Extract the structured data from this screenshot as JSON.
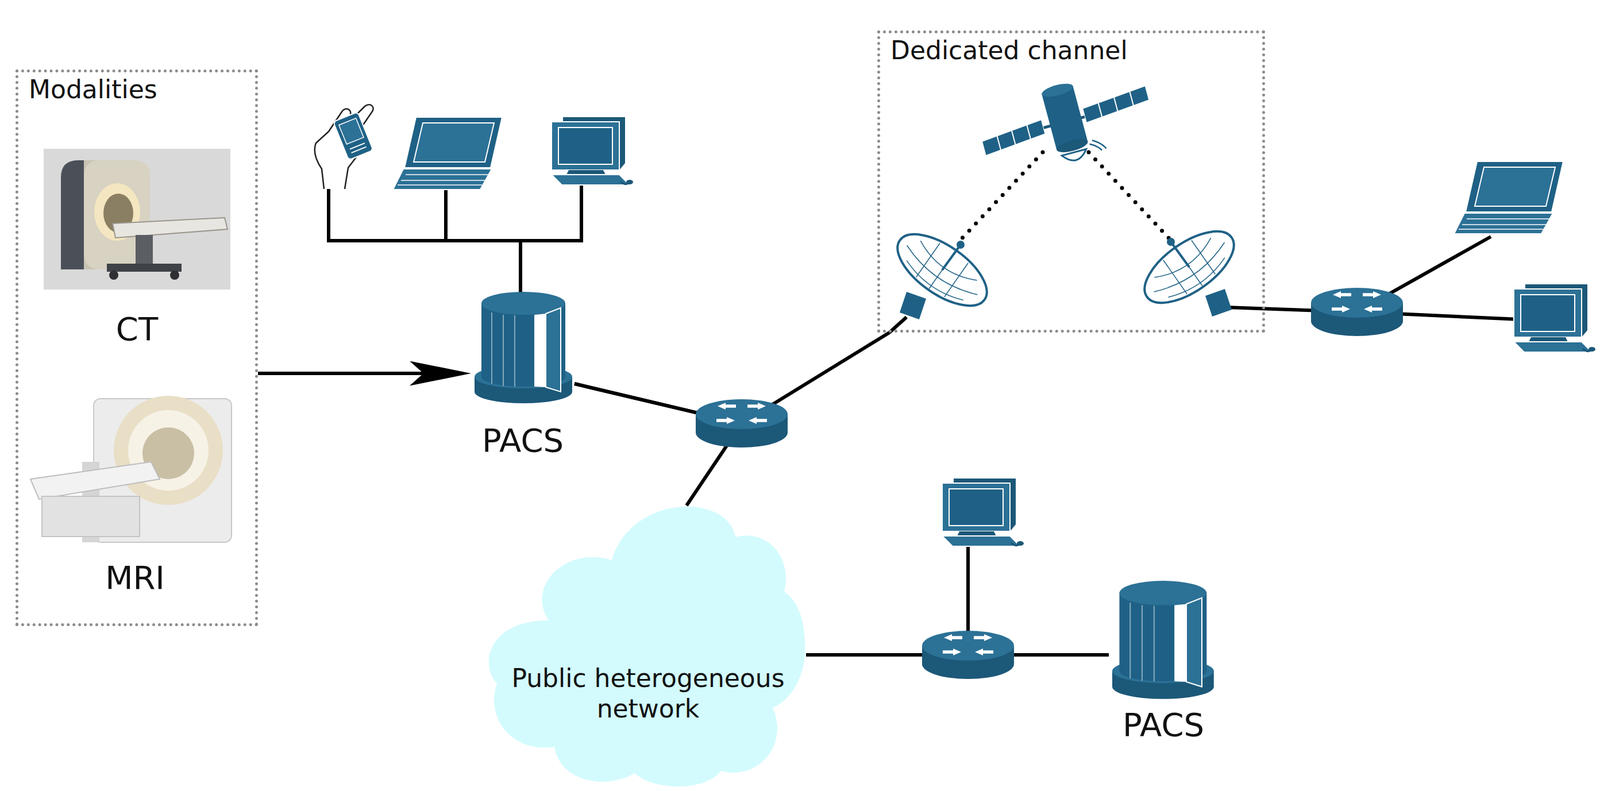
{
  "diagram": {
    "nodes": [
      {
        "text": [
          "Modalities"
        ]
      },
      {
        "text": [
          "CT"
        ],
        "in": 0
      },
      {
        "text": [
          "MRI"
        ],
        "in": 0
      },
      {
        "text": [
          "PACS"
        ]
      },
      {
        "text": [
          "Dedicated channel"
        ]
      },
      {
        "text": [
          "Public heterogeneous network"
        ]
      },
      {
        "text": [
          "PACS"
        ]
      }
    ],
    "edges": [
      {
        "from": 0,
        "to": 3,
        "arrow": "to"
      },
      {
        "from": 3,
        "to": 4,
        "arrow": "none"
      },
      {
        "from": 3,
        "to": 5,
        "arrow": "none"
      },
      {
        "from": 5,
        "to": 6,
        "arrow": "none"
      }
    ]
  }
}
